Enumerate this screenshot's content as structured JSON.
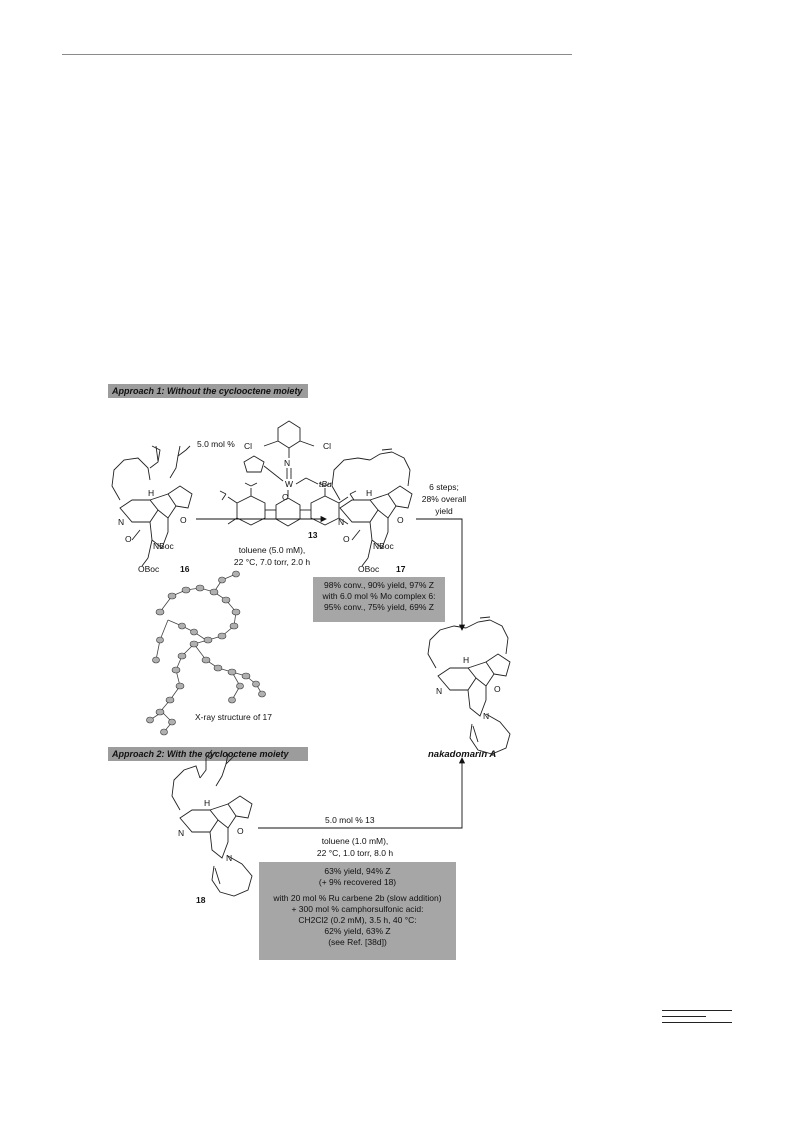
{
  "approach1": {
    "header": "Approach 1: Without the cyclooctene moiety",
    "catalyst_loading": "5.0 mol %",
    "conditions": [
      "toluene (5.0 mM),",
      "22 °C, 7.0 torr, 2.0 h"
    ],
    "catalyst_label": "13",
    "sm_label": "16",
    "product_label": "17",
    "onward_steps": [
      "6 steps;",
      "28% overall",
      "yield"
    ],
    "results": [
      "98% conv., 90% yield, 97% Z",
      "with 6.0 mol % Mo complex 6:",
      "95% conv., 75% yield, 69% Z"
    ],
    "xray_caption": "X-ray structure of 17"
  },
  "approach2": {
    "header": "Approach 2: With the cyclooctene moiety",
    "catalyst_text": "5.0 mol % 13",
    "conditions": [
      "toluene (1.0 mM),",
      "22 °C, 1.0 torr, 8.0 h"
    ],
    "sm_label": "18",
    "results": [
      "63% yield, 94% Z",
      "(+ 9% recovered 18)",
      "with 20 mol % Ru carbene 2b (slow addition)",
      "+ 300 mol % camphorsulfonic acid:",
      "CH2Cl2 (0.2 mM), 3.5 h, 40 °C:",
      "62% yield, 63% Z",
      "(see Ref. [38d])"
    ]
  },
  "target": {
    "name": "nakadomarin A"
  },
  "atoms": {
    "cl": "Cl",
    "n": "N",
    "w": "W",
    "o": "O",
    "tbu": "tBu",
    "h": "H",
    "nboc": "NBoc",
    "oboc": "OBoc"
  },
  "colors": {
    "header_bg": "#9c9c9c",
    "box_bg": "#a6a6a6",
    "rule": "#8a8a8a"
  }
}
